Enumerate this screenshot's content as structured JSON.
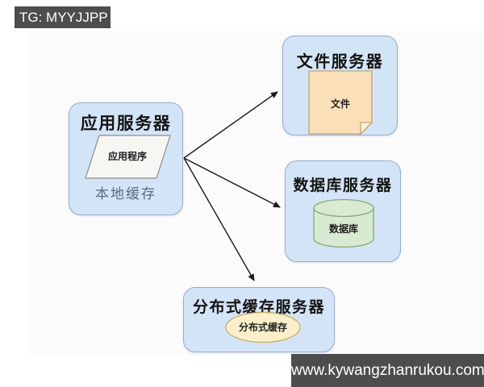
{
  "watermarks": {
    "top_left": "TG: MYYJJPP",
    "bottom_right": "www.kywangzhanrukou.com"
  },
  "nodes": {
    "app_server": {
      "title": "应用服务器",
      "shape": "parallelogram",
      "shape_label": "应用程序",
      "caption": "本地缓存"
    },
    "file_server": {
      "title": "文件服务器",
      "shape": "note",
      "shape_label": "文件"
    },
    "database_server": {
      "title": "数据库服务器",
      "shape": "cylinder",
      "shape_label": "数据库"
    },
    "cache_server": {
      "title": "分布式缓存服务器",
      "shape": "ellipse",
      "shape_label": "分布式缓存"
    }
  },
  "edges": [
    {
      "from": "app_server",
      "to": "file_server"
    },
    {
      "from": "app_server",
      "to": "database_server"
    },
    {
      "from": "app_server",
      "to": "cache_server"
    }
  ],
  "colors": {
    "node_fill": "#d4e4f7",
    "node_border": "#97aecd",
    "parallelogram_fill": "#f6f6f3",
    "parallelogram_border": "#8c8c8c",
    "note_fill": "#fadfb8",
    "note_fold_fill": "#fdf1dc",
    "note_border": "#b9995f",
    "cylinder_fill": "#d9ead2",
    "cylinder_border": "#84a878",
    "ellipse_fill": "#fcf0cb",
    "ellipse_border": "#c4ad62",
    "watermark_bg": "#4d4d4d",
    "watermark_text": "#ffffff",
    "arrow": "#1a1a1a",
    "caption_text": "#5e6b7c"
  }
}
